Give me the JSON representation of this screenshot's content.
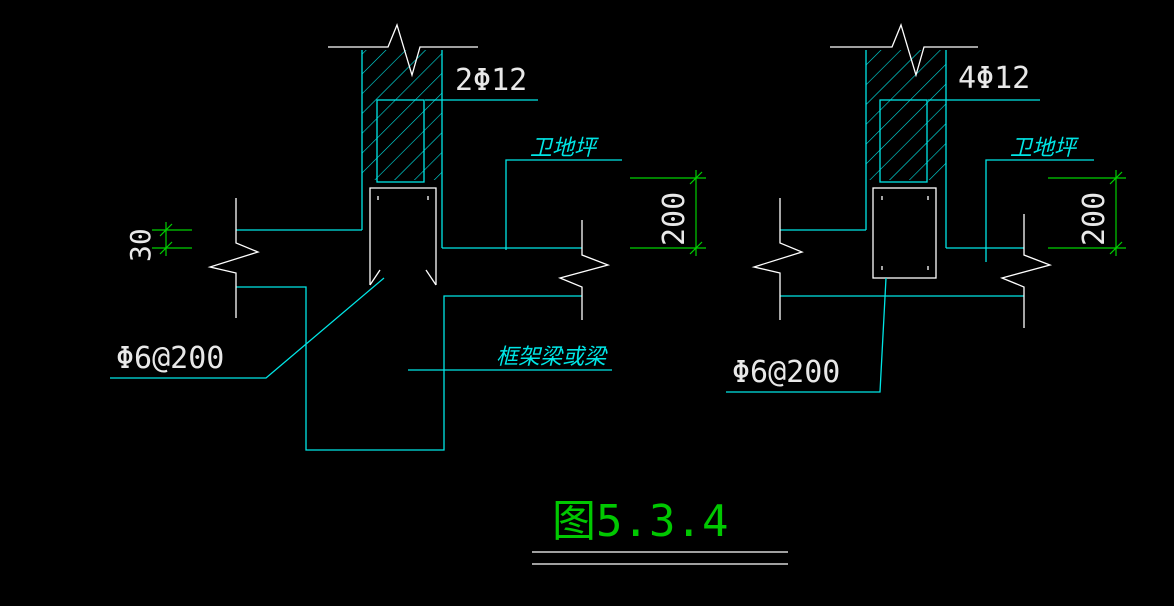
{
  "colors": {
    "background": "#000000",
    "outline": "#00e6e6",
    "text": "#e8e8e8",
    "dimension": "#00d000",
    "title": "#00c800"
  },
  "detail_left": {
    "rebar_label": "2Φ12",
    "floor_label": "卫地坪",
    "stirrup_label": "Φ6@200",
    "beam_label": "框架梁或梁",
    "dim_height": "200",
    "dim_cover": "30"
  },
  "detail_right": {
    "rebar_label": "4Φ12",
    "floor_label": "卫地坪",
    "stirrup_label": "Φ6@200",
    "dim_height": "200"
  },
  "figure_title": "图5.3.4"
}
